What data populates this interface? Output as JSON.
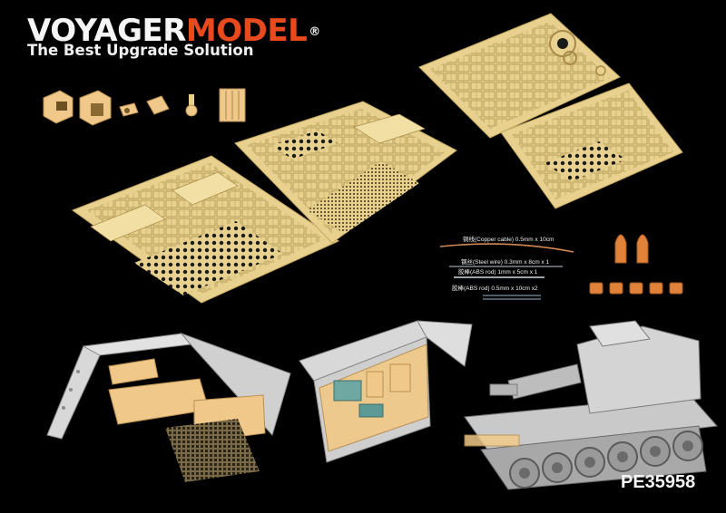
{
  "brand": {
    "name_part1": "VOYAGER",
    "name_part2": "MODEL",
    "registered_mark": "®",
    "tagline": "The Best Upgrade Solution"
  },
  "product_code": "PE35958",
  "materials": [
    "铜线(Copper cable) 0.5mm x 10cm",
    "钢丝(Steel wire) 0.3mm x 8cm x 1",
    "胶棒(ABS rod) 1mm x 5cm x 1",
    "胶棒(ABS rod) 0.5mm x 10cm x2"
  ],
  "colors": {
    "background": "#000000",
    "brass": "#e8d18e",
    "resin": "#f0c98a",
    "brand_accent": "#e8491d",
    "model_grey": "#c9c9c9"
  }
}
